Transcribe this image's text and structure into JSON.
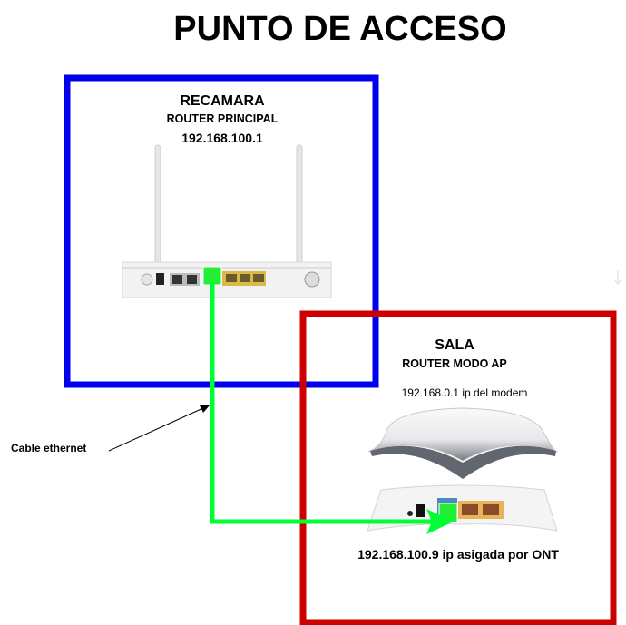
{
  "title": "PUNTO DE ACCESO",
  "main_router": {
    "room": "RECAMARA",
    "role": "ROUTER PRINCIPAL",
    "ip": "192.168.100.1"
  },
  "ap_router": {
    "room": "SALA",
    "role": "ROUTER MODO AP",
    "modem_ip": "192.168.0.1 ip del modem",
    "assigned_ip": "192.168.100.9 ip asigada por ONT"
  },
  "cable_label": "Cable ethernet",
  "colors": {
    "blue_box": "#0000ee",
    "red_box": "#cc0000",
    "cable": "#00ff33"
  }
}
